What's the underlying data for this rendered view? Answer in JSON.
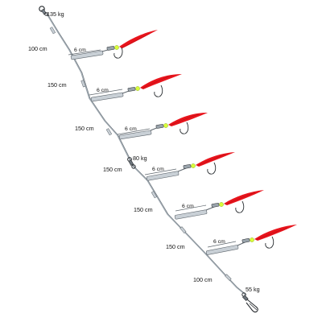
{
  "colors": {
    "line": "#9aa4ac",
    "line_dark": "#5e666d",
    "sleeve": "#c9d0d6",
    "lure": "#e8141c",
    "bead": "#d9ff3a",
    "text": "#111111"
  },
  "labels": {
    "top_strength": "135 kg",
    "mid_strength": "80 kg",
    "bottom_strength": "55 kg",
    "seg_100_top": "100 cm",
    "seg_150_1": "150 cm",
    "seg_150_2": "150 cm",
    "seg_150_3": "150 cm",
    "seg_150_4": "150 cm",
    "seg_150_5": "150 cm",
    "seg_100_bottom": "100 cm",
    "dropper_1": "6 cm",
    "dropper_2": "6 cm",
    "dropper_3": "6 cm",
    "dropper_4": "6 cm",
    "dropper_5": "6 cm",
    "dropper_6": "6 cm"
  },
  "droppers": [
    {
      "name": "dropper-1",
      "label_key": "dropper_1"
    },
    {
      "name": "dropper-2",
      "label_key": "dropper_2"
    },
    {
      "name": "dropper-3",
      "label_key": "dropper_3"
    },
    {
      "name": "dropper-4",
      "label_key": "dropper_4"
    },
    {
      "name": "dropper-5",
      "label_key": "dropper_5"
    },
    {
      "name": "dropper-6",
      "label_key": "dropper_6"
    }
  ],
  "icons": {
    "top_swivel": "swivel-icon",
    "mid_swivel": "swivel-icon",
    "bottom_snap": "snap-swivel-icon",
    "hook": "hook-icon",
    "lure": "feather-lure-icon"
  }
}
